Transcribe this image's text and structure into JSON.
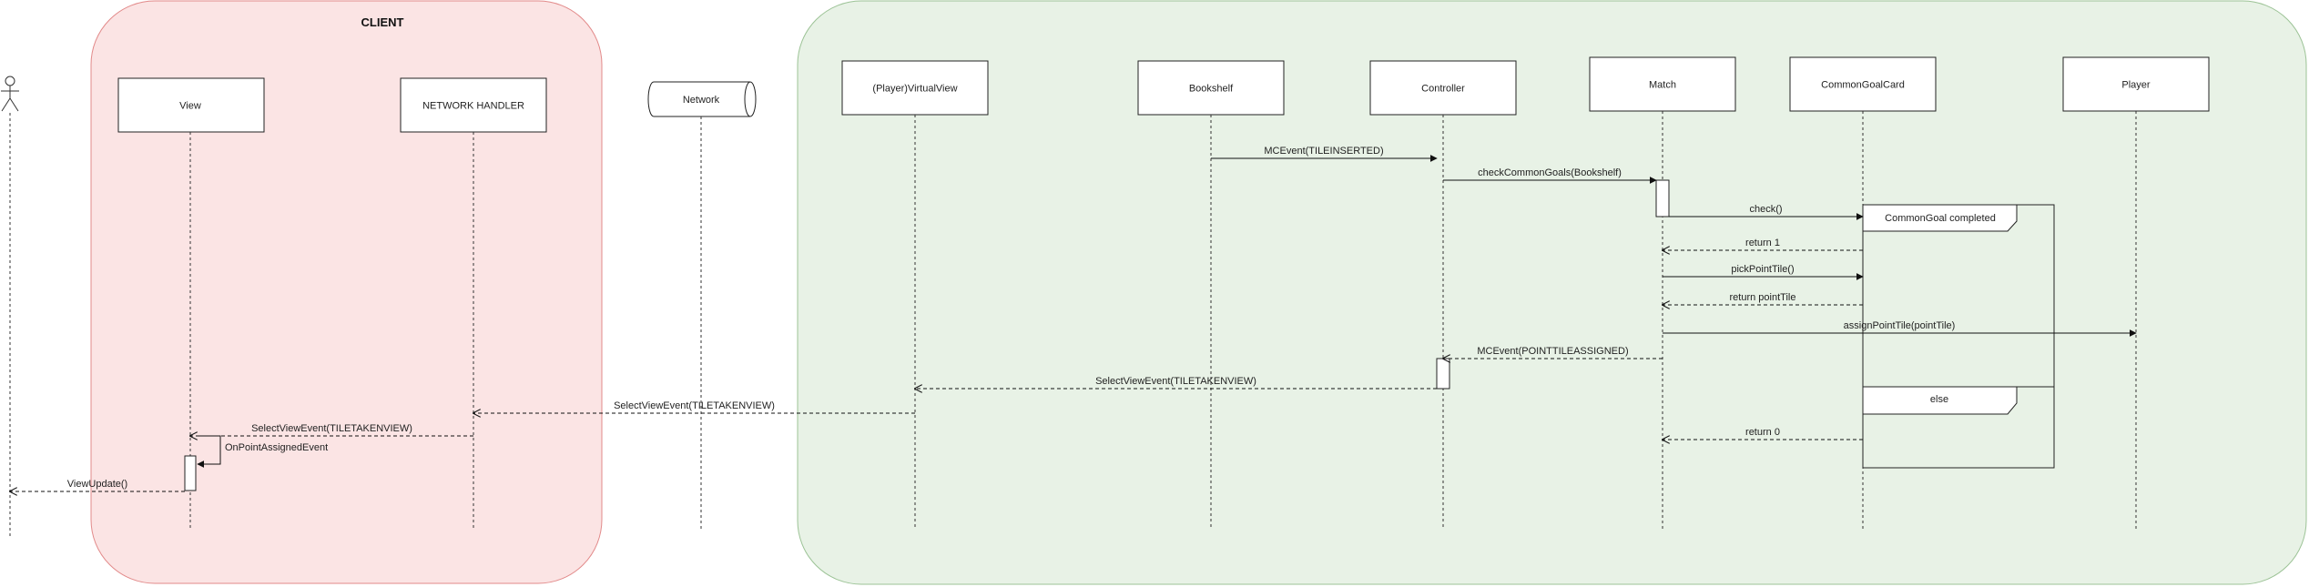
{
  "regions": [
    {
      "id": "client",
      "label": "CLIENT",
      "fill": "#fbe4e4",
      "stroke": "#e28a8a"
    },
    {
      "id": "server",
      "label": "",
      "fill": "#e8f2e6",
      "stroke": "#9cc396"
    }
  ],
  "actor": {
    "label": ""
  },
  "participants": [
    {
      "id": "view",
      "label": "View"
    },
    {
      "id": "net_handler",
      "label": "NETWORK HANDLER"
    },
    {
      "id": "network",
      "label": "Network"
    },
    {
      "id": "virtual_view",
      "label": "(Player)VirtualView"
    },
    {
      "id": "bookshelf",
      "label": "Bookshelf"
    },
    {
      "id": "controller",
      "label": "Controller"
    },
    {
      "id": "match",
      "label": "Match"
    },
    {
      "id": "common_goal_card",
      "label": "CommonGoalCard"
    },
    {
      "id": "player",
      "label": "Player"
    }
  ],
  "messages": [
    {
      "from": "bookshelf",
      "to": "controller",
      "label": "MCEvent(TILEINSERTED)",
      "kind": "sync"
    },
    {
      "from": "controller",
      "to": "match",
      "label": "checkCommonGoals(Bookshelf)",
      "kind": "sync"
    },
    {
      "from": "match",
      "to": "common_goal_card",
      "label": "check()",
      "kind": "sync"
    },
    {
      "from": "common_goal_card",
      "to": "match",
      "label": "return 1",
      "kind": "return"
    },
    {
      "from": "match",
      "to": "common_goal_card",
      "label": "pickPointTile()",
      "kind": "sync"
    },
    {
      "from": "common_goal_card",
      "to": "match",
      "label": "return pointTile",
      "kind": "return"
    },
    {
      "from": "match",
      "to": "player",
      "label": "assignPointTile(pointTile)",
      "kind": "sync"
    },
    {
      "from": "match",
      "to": "controller",
      "label": "MCEvent(POINTTILEASSIGNED)",
      "kind": "return"
    },
    {
      "from": "controller",
      "to": "virtual_view",
      "label": "SelectViewEvent(TILETAKENVIEW)",
      "kind": "return"
    },
    {
      "from": "virtual_view",
      "to": "net_handler",
      "label": "SelectViewEvent(TILETAKENVIEW)",
      "kind": "return"
    },
    {
      "from": "net_handler",
      "to": "view",
      "label": "SelectViewEvent(TILETAKENVIEW)",
      "kind": "return"
    },
    {
      "from": "view",
      "to": "view",
      "label": "OnPointAssignedEvent",
      "kind": "self"
    },
    {
      "from": "common_goal_card",
      "to": "match",
      "label": "return 0",
      "kind": "return"
    },
    {
      "from": "view",
      "to": "actor",
      "label": "ViewUpdate()",
      "kind": "return"
    }
  ],
  "fragment": {
    "label": "CommonGoal completed",
    "else_label": "else"
  }
}
